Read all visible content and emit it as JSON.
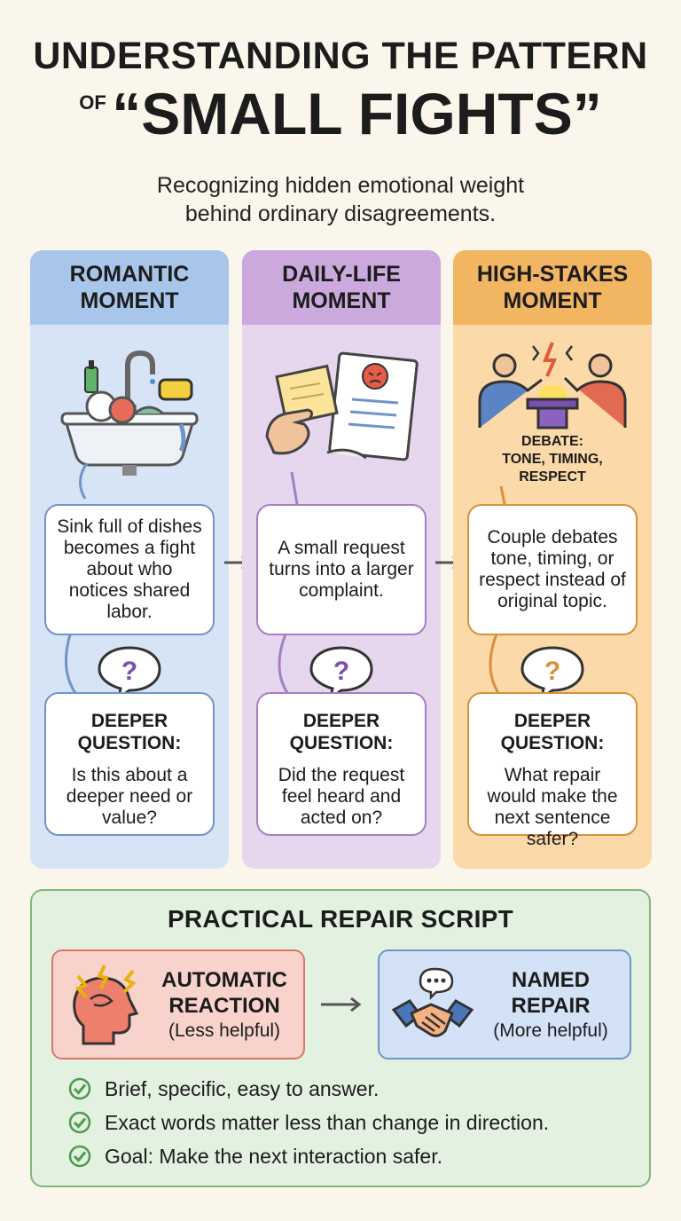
{
  "title": {
    "line1": "UNDERSTANDING THE PATTERN",
    "of": "OF",
    "line2": "“SMALL FIGHTS”"
  },
  "subtitle": {
    "line1": "Recognizing hidden emotional weight",
    "line2": "behind ordinary disagreements."
  },
  "columns": [
    {
      "heading_line1": "ROMANTIC",
      "heading_line2": "MOMENT",
      "statement": "Sink full of dishes becomes a fight about who notices shared labor.",
      "deeper_title_line1": "DEEPER",
      "deeper_title_line2": "QUESTION:",
      "deeper_text": "Is this about a deeper need or value?",
      "icon": "sink-dishes-icon",
      "color": "#a8c6ea"
    },
    {
      "heading_line1": "DAILY-LIFE",
      "heading_line2": "MOMENT",
      "statement": "A small request turns into a larger complaint.",
      "deeper_title_line1": "DEEPER",
      "deeper_title_line2": "QUESTION:",
      "deeper_text": "Did the request feel heard and acted on?",
      "icon": "note-complaint-icon",
      "color": "#cba9dd"
    },
    {
      "heading_line1": "HIGH-STAKES",
      "heading_line2": "MOMENT",
      "caption_line1": "DEBATE:",
      "caption_line2": "TONE, TIMING,",
      "caption_line3": "RESPECT",
      "statement": "Couple debates tone, timing, or respect instead of original topic.",
      "deeper_title_line1": "DEEPER",
      "deeper_title_line2": "QUESTION:",
      "deeper_text": "What repair would make the next sentence safer?",
      "icon": "debate-podium-icon",
      "color": "#f2b562"
    }
  ],
  "repair": {
    "title": "PRACTICAL REPAIR SCRIPT",
    "automatic": {
      "label_line1": "AUTOMATIC",
      "label_line2": "REACTION",
      "sub": "(Less helpful)"
    },
    "named": {
      "label_line1": "NAMED",
      "label_line2": "REPAIR",
      "sub": "(More helpful)"
    },
    "checks": [
      "Brief, specific, easy to answer.",
      "Exact words matter less than change in direction.",
      "Goal: Make the next interaction safer."
    ]
  }
}
